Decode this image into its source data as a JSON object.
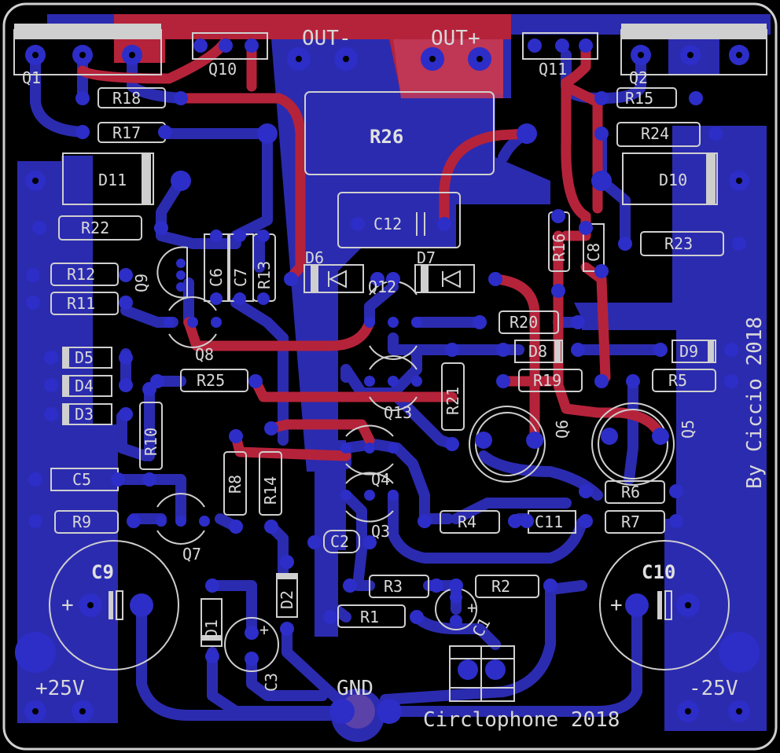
{
  "board": {
    "colors": {
      "background": "#000000",
      "bottom_copper": "#2b2bb0",
      "top_copper": "#b5233a",
      "silkscreen": "#cfcfcf",
      "outline": "#cfcfcf"
    }
  },
  "terminals": {
    "out_minus": "OUT-",
    "out_plus": "OUT+",
    "gnd": "GND",
    "plus25": "+25V",
    "minus25": "-25V"
  },
  "texts": {
    "credit": "By Ciccio 2018",
    "project": "Circlophone 2018",
    "c9_polarity": "+",
    "c10_polarity": "+",
    "c3_polarity": "+",
    "c1_polarity": "+"
  },
  "designators": {
    "q1": "Q1",
    "q2": "Q2",
    "q10": "Q10",
    "q11": "Q11",
    "r18": "R18",
    "r17": "R17",
    "r15": "R15",
    "r24": "R24",
    "r26": "R26",
    "d11": "D11",
    "d10": "D10",
    "r22": "R22",
    "r23": "R23",
    "c12": "C12",
    "r12": "R12",
    "r11": "R11",
    "q9": "Q9",
    "c6": "C6",
    "c7": "C7",
    "r13": "R13",
    "d6": "D6",
    "d7": "D7",
    "q12": "Q12",
    "r16": "R16",
    "c8": "C8",
    "q8": "Q8",
    "r20": "R20",
    "d8": "D8",
    "d9": "D9",
    "d5": "D5",
    "d4": "D4",
    "d3": "D3",
    "r25": "R25",
    "r19": "R19",
    "r5": "R5",
    "r21": "R21",
    "q13": "Q13",
    "q6": "Q6",
    "q5": "Q5",
    "r10": "R10",
    "c5": "C5",
    "r8": "R8",
    "r14": "R14",
    "q4": "Q4",
    "r6": "R6",
    "r9": "R9",
    "q7": "Q7",
    "q3": "Q3",
    "r4": "R4",
    "c11": "C11",
    "r7": "R7",
    "c2": "C2",
    "c9": "C9",
    "c10": "C10",
    "d2": "D2",
    "r3": "R3",
    "r2": "R2",
    "d1": "D1",
    "r1": "R1",
    "c1": "C1",
    "c3": "C3"
  }
}
